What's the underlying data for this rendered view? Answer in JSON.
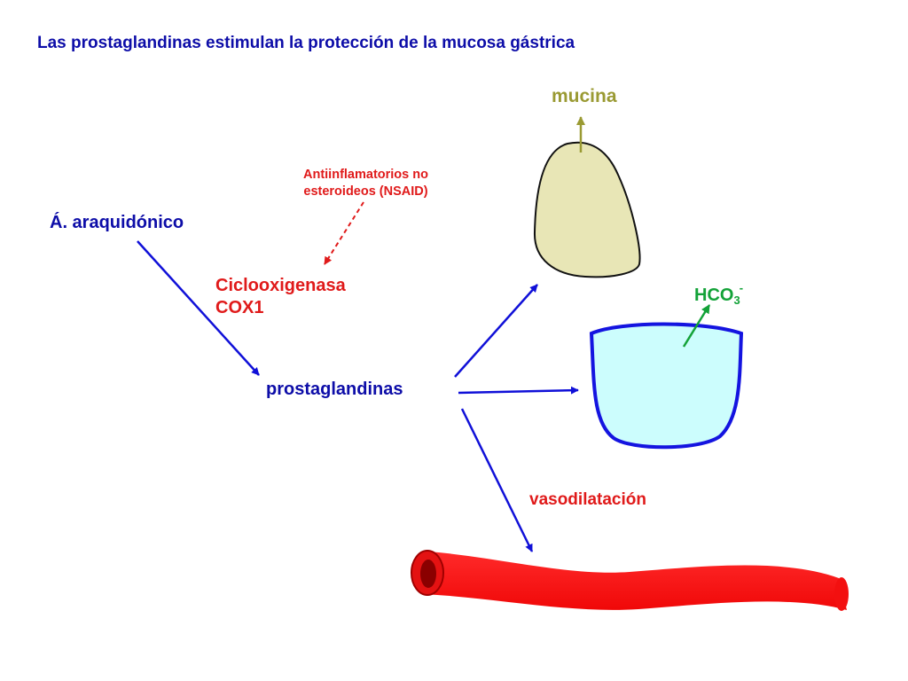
{
  "title": "Las prostaglandinas estimulan la protección de la mucosa gástrica",
  "labels": {
    "mucin": "mucina",
    "nsaid_line1": "Antiinflamatorios no",
    "nsaid_line2": "esteroideos (NSAID)",
    "arachidonic_acid": "Á. araquidónico",
    "enzyme_line1": "Ciclooxigenasa",
    "enzyme_line2": "COX1",
    "bicarbonate_base": "HCO",
    "bicarbonate_subscript": "3",
    "bicarbonate_charge": "-",
    "prostaglandins": "prostaglandinas",
    "vasodilation": "vasodilatación"
  },
  "colors": {
    "title_blue": "#0d0da8",
    "arrow_blue": "#1010d8",
    "red_text": "#e01a1a",
    "olive": "#9a9a33",
    "mucin_fill": "#e8e6b6",
    "cell_fill": "#ccfdfd",
    "cell_border": "#1414e0",
    "green": "#13a238",
    "vessel_red": "#ff1010",
    "vessel_dark": "#8a0000"
  }
}
